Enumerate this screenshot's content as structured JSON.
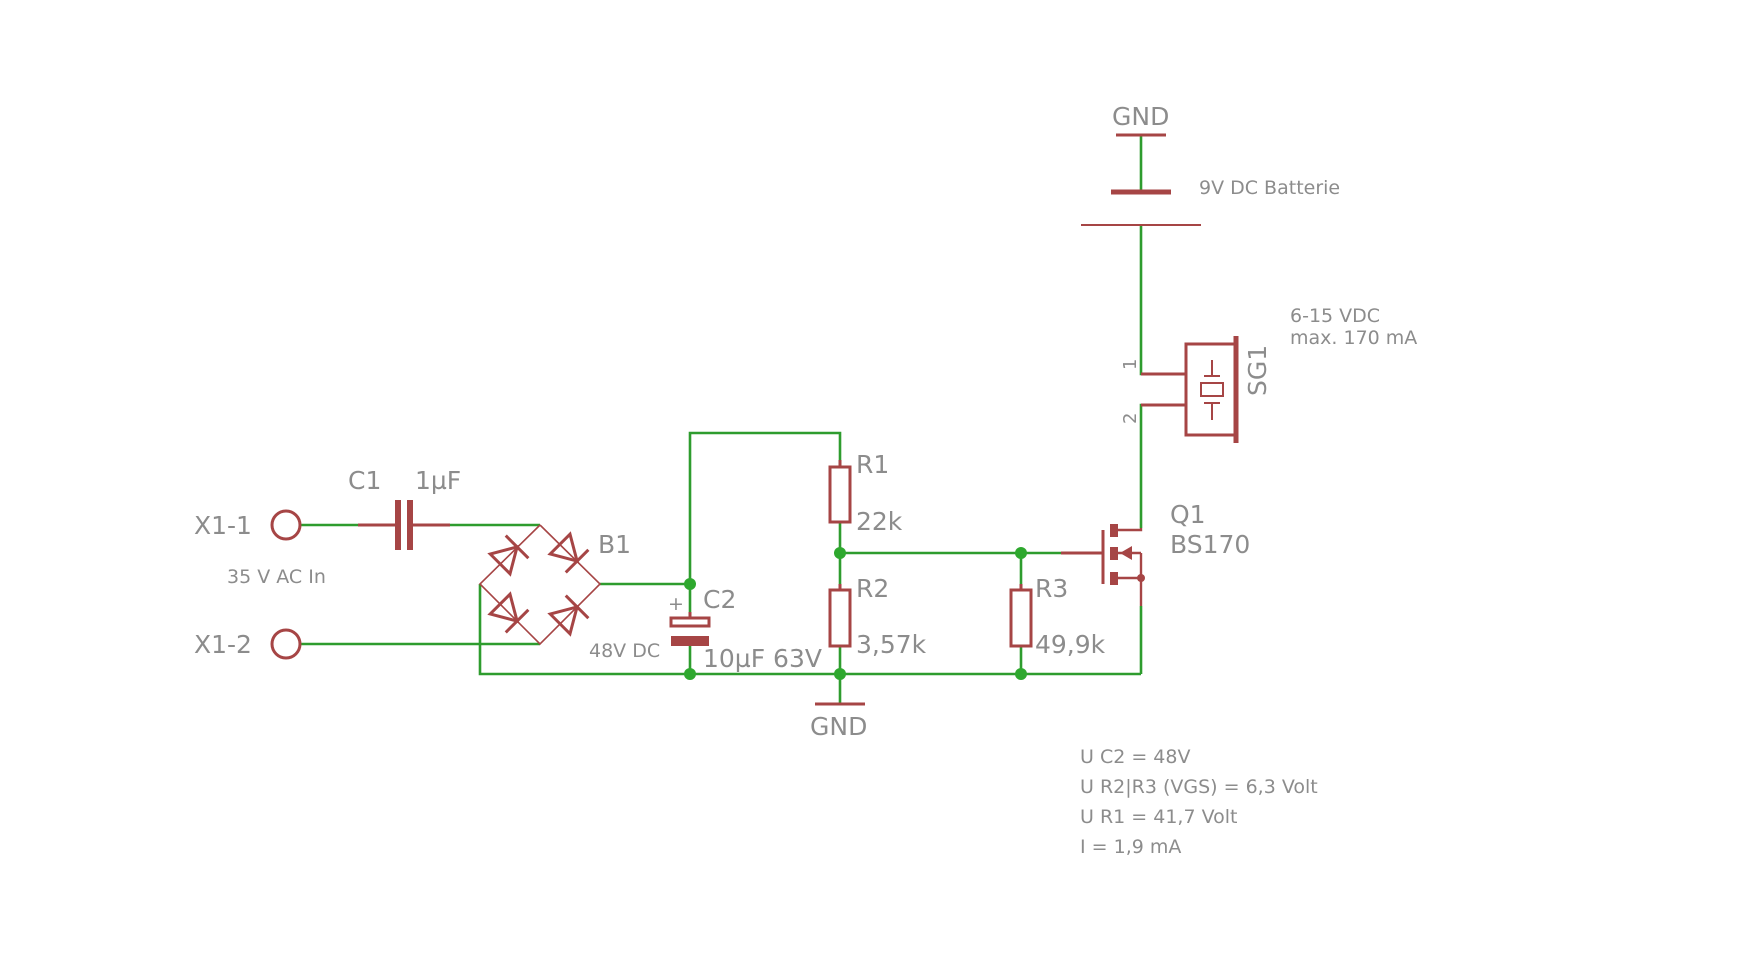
{
  "terminals": {
    "x1_1": "X1-1",
    "x1_2": "X1-2",
    "input_note": "35 V AC In"
  },
  "components": {
    "c1": {
      "name": "C1",
      "value": "1µF"
    },
    "b1": {
      "name": "B1"
    },
    "c2": {
      "name": "C2",
      "value": "10µF 63V",
      "polarity": "+",
      "note": "48V DC"
    },
    "r1": {
      "name": "R1",
      "value": "22k"
    },
    "r2": {
      "name": "R2",
      "value": "3,57k"
    },
    "r3": {
      "name": "R3",
      "value": "49,9k"
    },
    "q1": {
      "name": "Q1",
      "value": "BS170"
    },
    "sg1": {
      "name": "SG1",
      "pin1": "1",
      "pin2": "2",
      "spec_line1": "6-15 VDC",
      "spec_line2": "max. 170 mA"
    },
    "battery": {
      "note": "9V DC Batterie"
    }
  },
  "ground_labels": {
    "top": "GND",
    "bottom": "GND"
  },
  "notes": [
    "U C2 = 48V",
    "U R2|R3 (VGS) = 6,3 Volt",
    "U R1 = 41,7 Volt",
    "I = 1,9 mA"
  ],
  "colors": {
    "wire": "#2e9c2e",
    "component": "#a64545",
    "junction": "#2ea82e",
    "label": "#8c8c8c"
  }
}
